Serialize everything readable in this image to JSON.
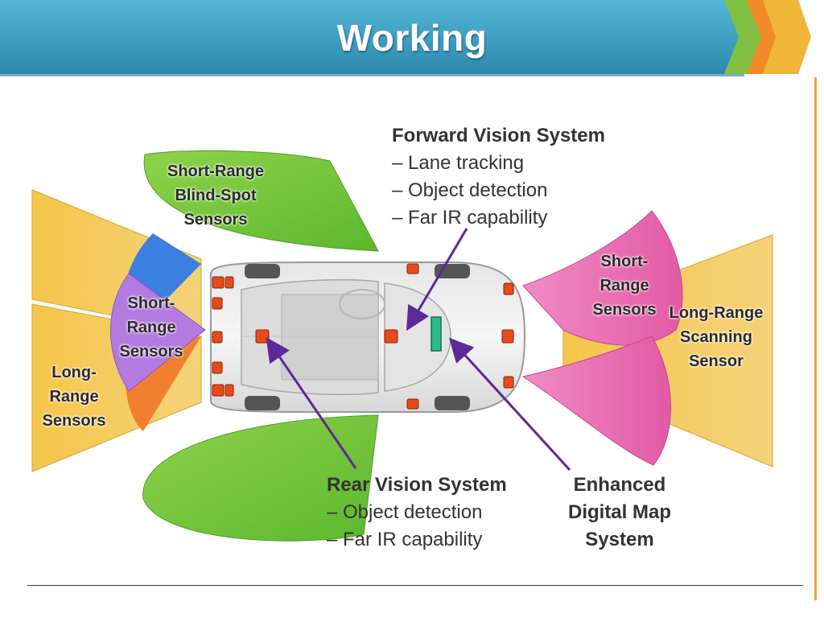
{
  "slide": {
    "title": "Working"
  },
  "diagram": {
    "sensor_labels": {
      "short_range_blind_spot": [
        "Short-Range",
        "Blind-Spot",
        "Sensors"
      ],
      "short_range_rear": [
        "Short-",
        "Range",
        "Sensors"
      ],
      "long_range_rear": [
        "Long-",
        "Range",
        "Sensors"
      ],
      "short_range_front": [
        "Short-",
        "Range",
        "Sensors"
      ],
      "long_range_front": [
        "Long-Range",
        "Scanning",
        "Sensor"
      ]
    },
    "forward_vision": {
      "title": "Forward Vision System",
      "items": [
        "– Lane tracking",
        "– Object detection",
        "– Far IR capability"
      ]
    },
    "rear_vision": {
      "title": "Rear Vision System",
      "items": [
        "– Object detection",
        "– Far IR capability"
      ]
    },
    "digital_map": {
      "lines": [
        "Enhanced",
        "Digital Map",
        "System"
      ]
    }
  },
  "colors": {
    "header_blue": "#3d9ec1",
    "long_range_zone": "#f0b63a",
    "blind_spot_zone": "#74c83a",
    "short_range_front_zone": "#e96bb0",
    "short_range_rear_zone": "#b37be0",
    "blue_zone": "#3b7fe0",
    "orange_zone": "#f08030",
    "arrow": "#5b2a98",
    "sensor": "#e84a1a"
  }
}
